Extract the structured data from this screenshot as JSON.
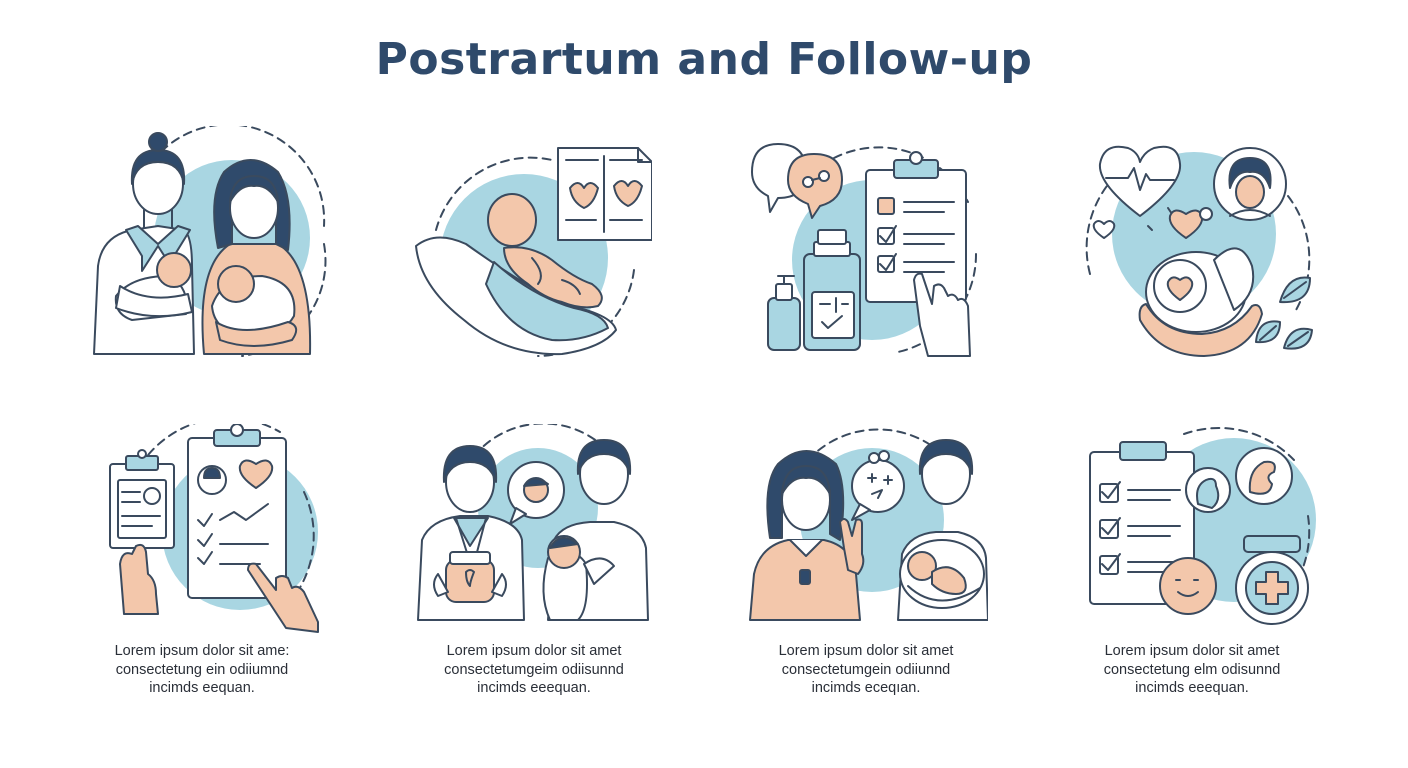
{
  "title": "Postrartum and Follow-up",
  "colors": {
    "navy": "#2f4a6b",
    "line": "#3a4a5e",
    "light_blue": "#a9d6e2",
    "peach": "#f3c7ab",
    "white": "#ffffff"
  },
  "icons": [
    {
      "name": "nurse-and-mother-with-newborns-icon"
    },
    {
      "name": "newborn-with-ultrasound-report-icon"
    },
    {
      "name": "medicine-and-checklist-icon"
    },
    {
      "name": "heart-care-support-icon"
    },
    {
      "name": "medical-record-clipboard-icon"
    },
    {
      "name": "doctor-and-parent-with-baby-icon"
    },
    {
      "name": "mother-and-father-with-baby-icon"
    },
    {
      "name": "health-checklist-with-first-aid-icon"
    }
  ],
  "captions": [
    {
      "line1": "Lorem ipsum dolor sit ame:",
      "line2": "consectetung ein odiiumnd",
      "line3": "incimds eequan."
    },
    {
      "line1": "Lorem ipsum dolor sit amet",
      "line2": "consectetumgeim odiisunnd",
      "line3": "incimds eeequan."
    },
    {
      "line1": "Lorem ipsum dolor sit amet",
      "line2": "consectetumgein  odiiunnd",
      "line3": "incimds eceqıan."
    },
    {
      "line1": "Lorem ipsum dolor sit amet",
      "line2": "consectetung elm  odisunnd",
      "line3": "incimds eeequan."
    }
  ]
}
